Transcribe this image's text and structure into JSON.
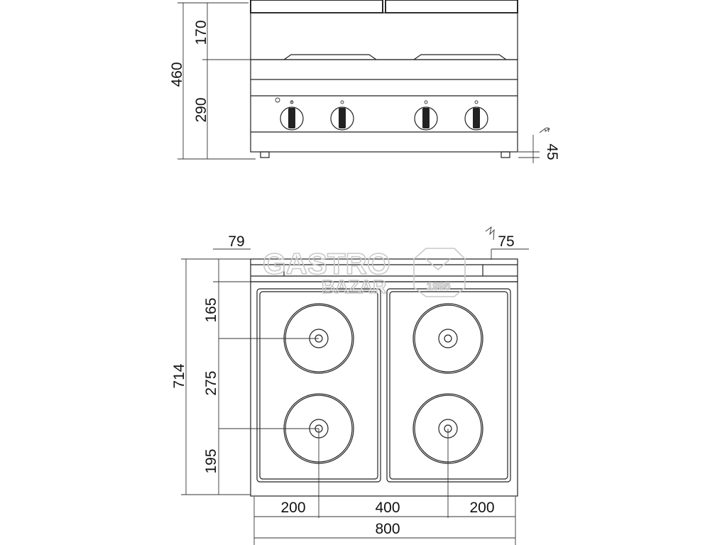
{
  "dimensions": {
    "front_top_height": "170",
    "total_height": "460",
    "front_body_height": "290",
    "feet_height": "45",
    "rear_offset": "79",
    "connection_offset": "75",
    "plate_front_row": "165",
    "total_depth": "714",
    "plate_spacing_depth": "275",
    "plate_rear_row": "195",
    "left_plate_center": "200",
    "plate_spacing_width": "400",
    "right_plate_edge": "200",
    "total_width": "800"
  },
  "watermark": {
    "line1": "GASTRO",
    "line2": "BAZAR",
    "year": "1995"
  },
  "icons": {
    "electric_connection": "electric-connection-icon",
    "control_knob": "control-knob-icon",
    "hotplate": "hotplate-icon"
  }
}
